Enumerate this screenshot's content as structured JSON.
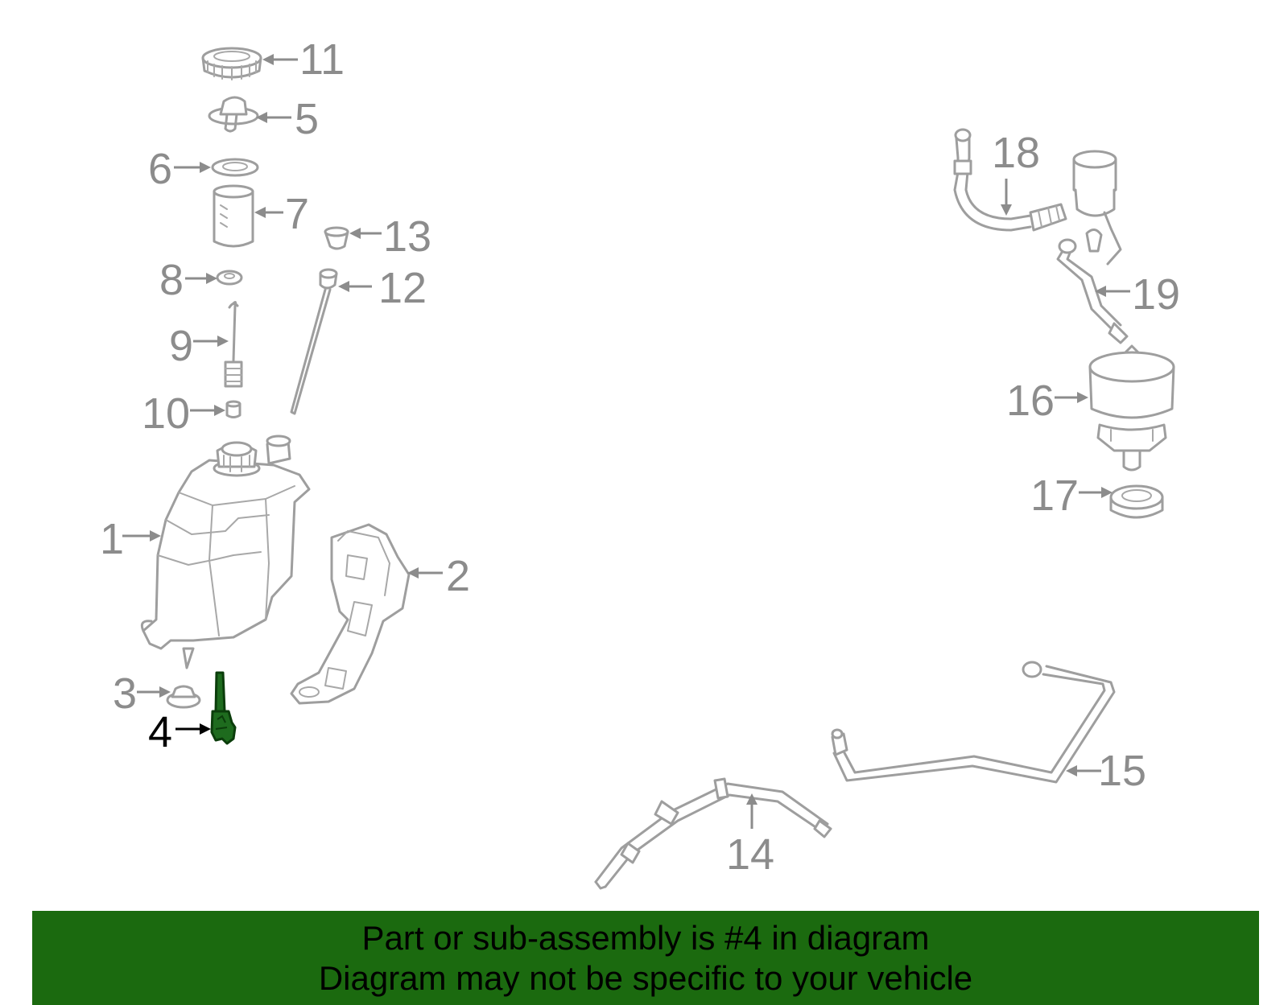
{
  "callouts": {
    "c1": "1",
    "c2": "2",
    "c3": "3",
    "c4": "4",
    "c5": "5",
    "c6": "6",
    "c7": "7",
    "c8": "8",
    "c9": "9",
    "c10": "10",
    "c11": "11",
    "c12": "12",
    "c13": "13",
    "c14": "14",
    "c15": "15",
    "c16": "16",
    "c17": "17",
    "c18": "18",
    "c19": "19"
  },
  "highlighted_part": "4",
  "colors": {
    "line_art": "#9e9e9e",
    "highlight": "#1e6b1e",
    "banner": "#1b6a0f",
    "banner_text": "#000000"
  },
  "banner": {
    "line1": "Part or sub-assembly is #4 in diagram",
    "line2": "Diagram may not be specific to your vehicle"
  }
}
